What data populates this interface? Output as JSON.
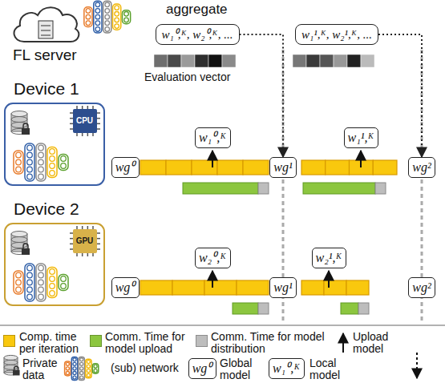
{
  "diagram": {
    "nodes": [
      {
        "text": [
          "FL server"
        ]
      },
      {
        "text": [
          "w₁⁰,ᴷ, w₂⁰,ᴷ, ..."
        ]
      },
      {
        "text": [
          "w₁¹,ᴷ, w₂¹,ᴷ, ..."
        ]
      },
      {
        "text": [
          "Device 1"
        ]
      },
      {
        "text": [
          "CPU"
        ],
        "in": 3
      },
      {
        "text": [
          "Device 2"
        ]
      },
      {
        "text": [
          "GPU"
        ],
        "in": 5
      },
      {
        "text": [
          "wg⁰"
        ]
      },
      {
        "text": [
          "w₁⁰,ᴷ"
        ]
      },
      {
        "text": [
          "wg¹"
        ]
      },
      {
        "text": [
          "w₁¹,ᴷ"
        ]
      },
      {
        "text": [
          "wg²"
        ]
      },
      {
        "text": [
          "wg⁰"
        ]
      },
      {
        "text": [
          "w₂⁰,ᴷ"
        ]
      },
      {
        "text": [
          "wg¹"
        ]
      },
      {
        "text": [
          "w₂¹,ᴷ"
        ]
      },
      {
        "text": [
          "wg²"
        ]
      },
      {
        "text": [
          "wg⁰"
        ]
      },
      {
        "text": [
          "w₁⁰,ᴷ"
        ]
      }
    ],
    "edges": [
      {
        "from": 1,
        "to": 9,
        "arrow": "to"
      },
      {
        "from": 2,
        "to": 11,
        "arrow": "to"
      }
    ],
    "labels": [
      "aggregate",
      "Evaluation vector"
    ],
    "legend": [
      {
        "text": "Comp. time per iteration",
        "color": "#f9c80e"
      },
      {
        "text": "Comm. Time for model upload",
        "color": "#8cc63f"
      },
      {
        "text": "Comm. Time for model distribution",
        "color": "#bdbdbd"
      },
      {
        "text": "Upload model"
      },
      {
        "text": "Private data"
      },
      {
        "text": "(sub) network"
      },
      {
        "text": "Global model"
      },
      {
        "text": "Local model"
      }
    ]
  }
}
